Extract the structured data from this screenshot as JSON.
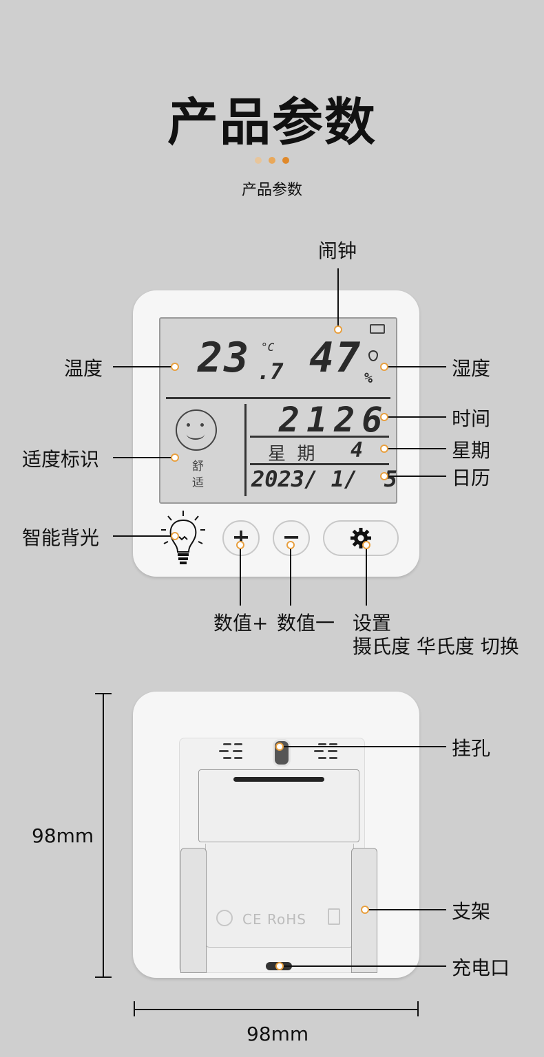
{
  "header": {
    "title": "产品参数",
    "subtitle": "产品参数",
    "dot_colors": [
      "#e7c59b",
      "#e9a85a",
      "#e0892a"
    ]
  },
  "front": {
    "lcd": {
      "temperature": "23",
      "temperature_decimal": ".7",
      "temperature_unit": "°C",
      "humidity": "47",
      "humidity_unit": "%",
      "time": "2126",
      "weekday_label": "星  期",
      "weekday_value": "4",
      "date": "2023/ 1/  5",
      "comfort_text_1": "舒",
      "comfort_text_2": "适"
    },
    "buttons": {
      "plus": "+",
      "minus": "−"
    },
    "callouts": {
      "alarm": "闹钟",
      "temperature": "温度",
      "humidity": "湿度",
      "time": "时间",
      "weekday": "星期",
      "calendar": "日历",
      "comfort": "适度标识",
      "backlight": "智能背光",
      "value_plus": "数值+",
      "value_minus": "数值一",
      "settings_1": "设置",
      "settings_2": "摄氏度 华氏度 切换"
    }
  },
  "back": {
    "callouts": {
      "hang_hole": "挂孔",
      "stand": "支架",
      "charge_port": "充电口"
    },
    "marks": "CE RoHS",
    "height": "98mm",
    "width": "98mm"
  },
  "accent": "#e8a040"
}
